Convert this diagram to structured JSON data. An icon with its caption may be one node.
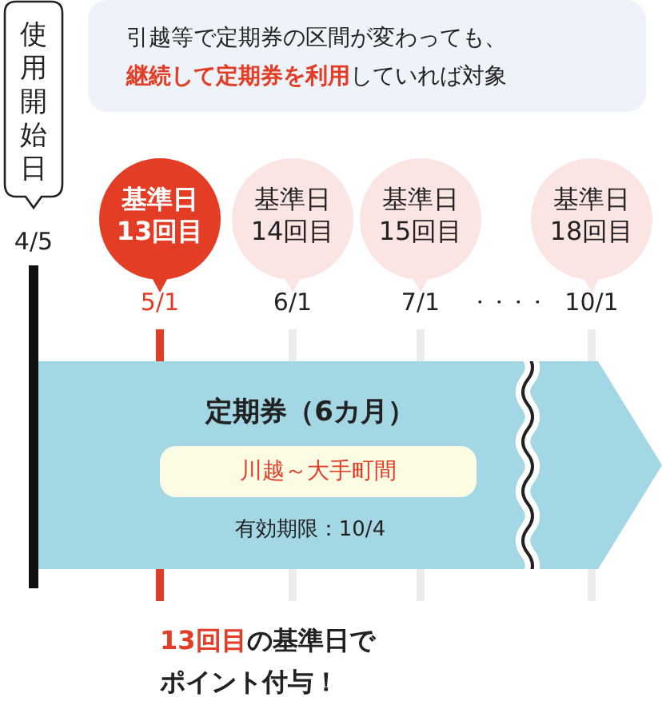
{
  "diagram": {
    "nodes": [
      {
        "text": [
          "引越等で定期券の区間が変わっても、",
          "**継続して定期券を利用**していれば対象"
        ]
      },
      {
        "text": [
          "使用開始日"
        ]
      },
      {
        "text": [
          "基準日",
          "13回目"
        ]
      },
      {
        "text": [
          "基準日",
          "14回目"
        ]
      },
      {
        "text": [
          "基準日",
          "15回目"
        ]
      },
      {
        "text": [
          "基準日",
          "18回目"
        ]
      },
      {
        "text": [
          "定期券（6カ月）",
          "有効期限：10/4"
        ]
      },
      {
        "text": [
          "川越～大手町間"
        ],
        "in": 6
      }
    ],
    "edges": [],
    "labels": [
      "4/5",
      "5/1",
      "6/1",
      "7/1",
      "・・・・",
      "10/1",
      "**13回目**の基準日でポイント付与！"
    ]
  }
}
